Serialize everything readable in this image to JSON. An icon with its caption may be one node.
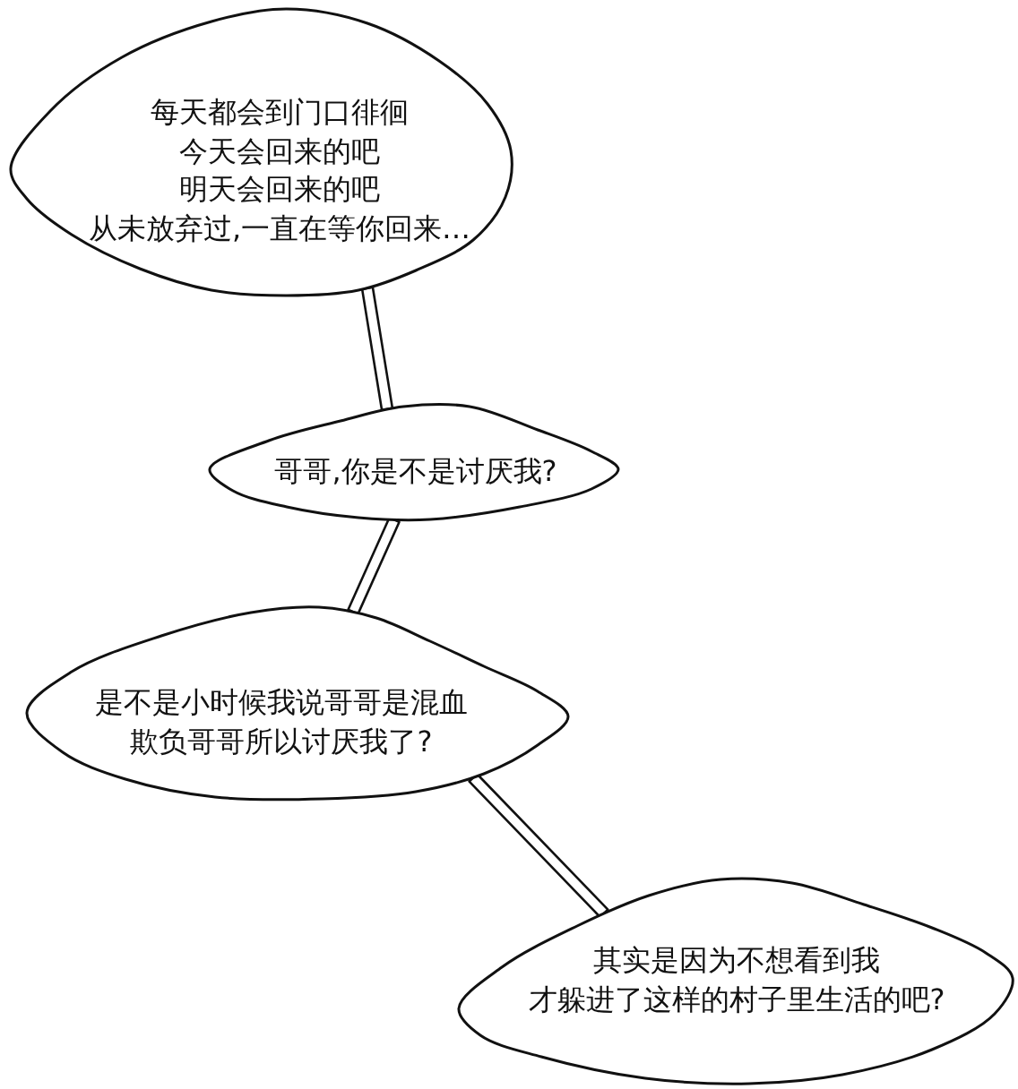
{
  "diagram": {
    "nodes": [
      {
        "text": [
          "每天都会到门口徘徊",
          "今天会回来的吧",
          "明天会回来的吧",
          "从未放弃过,一直在等你回来…"
        ]
      },
      {
        "text": [
          "哥哥,你是不是讨厌我?"
        ]
      },
      {
        "text": [
          "是不是小时候我说哥哥是混血欺负哥哥所以讨厌我了?"
        ]
      },
      {
        "text": [
          "其实是因为不想看到我",
          "才躲进了这样的村子里生活的吧?"
        ]
      }
    ],
    "edges": [
      {
        "from": 0,
        "to": 1,
        "arrow": "none"
      },
      {
        "from": 1,
        "to": 2,
        "arrow": "none"
      },
      {
        "from": 2,
        "to": 3,
        "arrow": "none"
      }
    ]
  }
}
